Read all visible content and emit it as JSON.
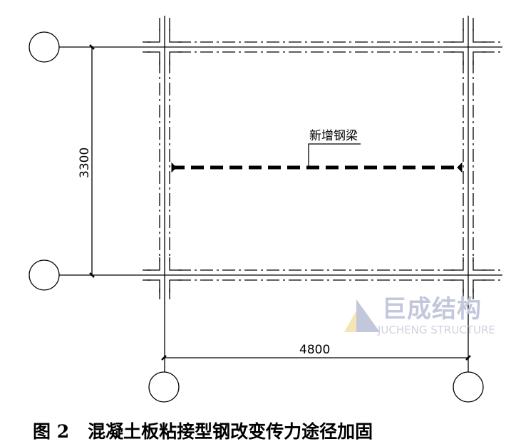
{
  "drawing": {
    "beam_label": "新增钢梁",
    "dim_vertical": "3300",
    "dim_horizontal": "4800"
  },
  "caption": {
    "number": "图 2",
    "title": "混凝土板粘接型钢改变传力途径加固"
  },
  "watermark": {
    "text": "巨成结构",
    "subtext": "JUCHENG STRUCTURE"
  }
}
